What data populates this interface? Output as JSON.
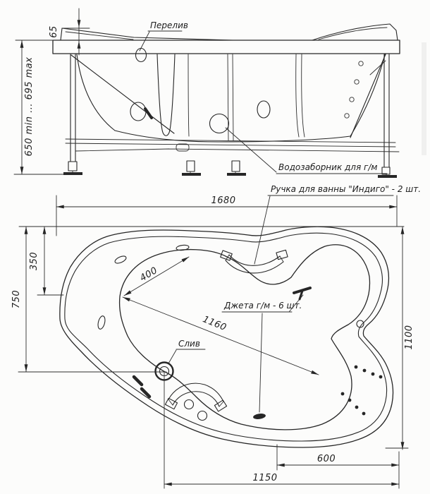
{
  "colors": {
    "paper": "#fcfcfb",
    "ink": "#262626"
  },
  "side_view": {
    "labels": {
      "overflow": "Перелив",
      "water_intake": "Водозаборник для г/м"
    },
    "dims": {
      "rim_height": "65",
      "install_height": "650 min ... 695 max"
    }
  },
  "plan_view": {
    "labels": {
      "handles": "Ручка для ванны \"Индиго\" - 2 шт.",
      "jets": "Джета г/м - 6 шт.",
      "drain": "Слив"
    },
    "dims": {
      "length": "1680",
      "width": "1100",
      "left_total": "750",
      "left_upper": "350",
      "diag_radius": "400",
      "diag_inner": "1160",
      "bottom_inner": "600",
      "bottom_outer": "1150"
    }
  }
}
